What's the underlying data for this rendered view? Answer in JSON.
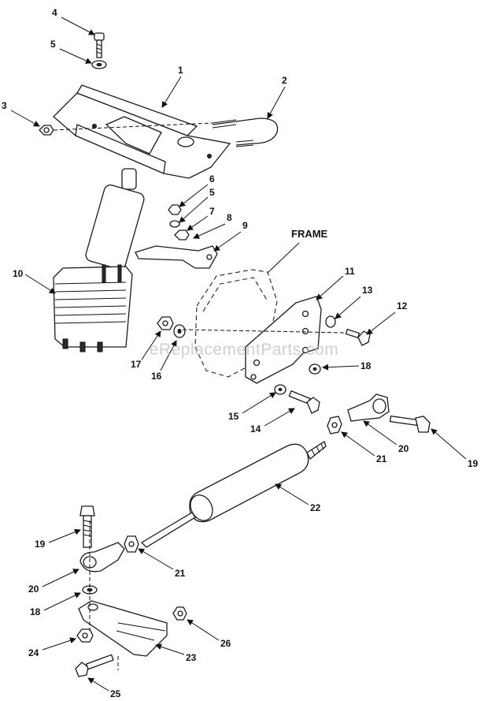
{
  "frame_label": "FRAME",
  "watermark": "eReplacementParts.com",
  "callouts": [
    "1",
    "2",
    "3",
    "4",
    "5",
    "5",
    "6",
    "7",
    "8",
    "9",
    "10",
    "11",
    "12",
    "13",
    "14",
    "15",
    "16",
    "17",
    "18",
    "18",
    "19",
    "19",
    "20",
    "20",
    "21",
    "21",
    "22",
    "23",
    "24",
    "25",
    "26"
  ]
}
